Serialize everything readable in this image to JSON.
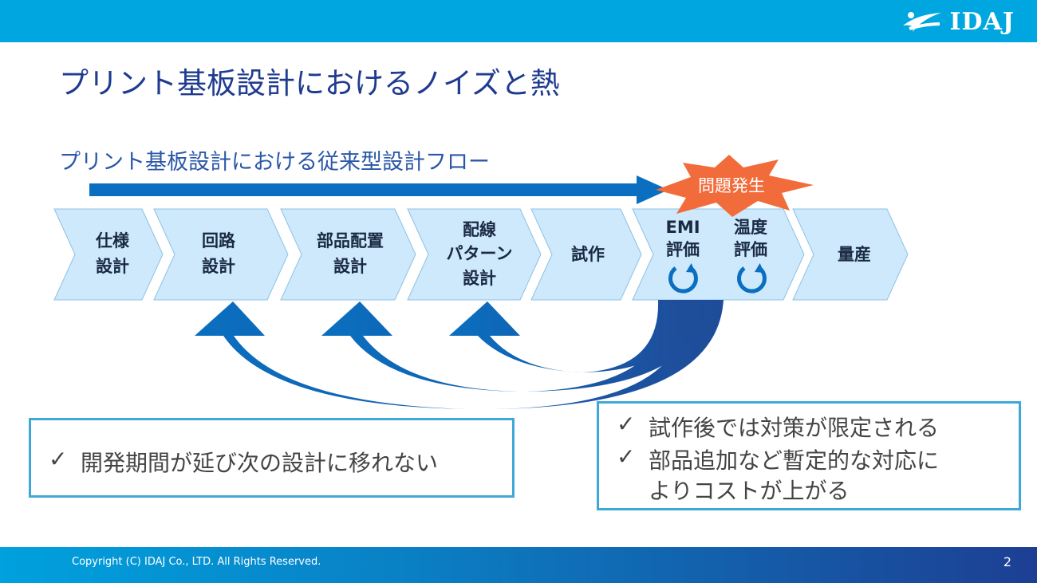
{
  "header": {
    "logo_text": "IDAJ"
  },
  "title": "プリント基板設計におけるノイズと熱",
  "flow": {
    "subtitle": "プリント基板設計における従来型設計フロー",
    "problem_label": "問題発生",
    "steps": [
      {
        "lines": [
          "仕様",
          "設計"
        ]
      },
      {
        "lines": [
          "回路",
          "設計"
        ]
      },
      {
        "lines": [
          "部品配置",
          "設計"
        ]
      },
      {
        "lines": [
          "配線",
          "パターン",
          "設計"
        ]
      },
      {
        "lines": [
          "試作"
        ]
      },
      {
        "lines": [
          "EMI",
          "評価"
        ],
        "lines2": [
          "温度",
          "評価"
        ]
      },
      {
        "lines": [
          "量産"
        ]
      }
    ]
  },
  "notes": {
    "left": {
      "check": "✓",
      "text": "開発期間が延び次の設計に移れない"
    },
    "right": [
      {
        "check": "✓",
        "text": "試作後では対策が限定される"
      },
      {
        "check": "✓",
        "text": "部品追加など暫定的な対応に",
        "continuation": "よりコストが上がる"
      }
    ]
  },
  "footer": {
    "copyright": "Copyright  (C)  IDAJ Co., LTD. All Rights Reserved.",
    "page": "2"
  },
  "colors": {
    "top_bar": "#00a6e0",
    "title": "#1f3b8f",
    "step_fill": "#cde9fb",
    "arrow": "#0a6fc0",
    "burst": "#f26b3a",
    "box_border": "#3ea8d8"
  }
}
